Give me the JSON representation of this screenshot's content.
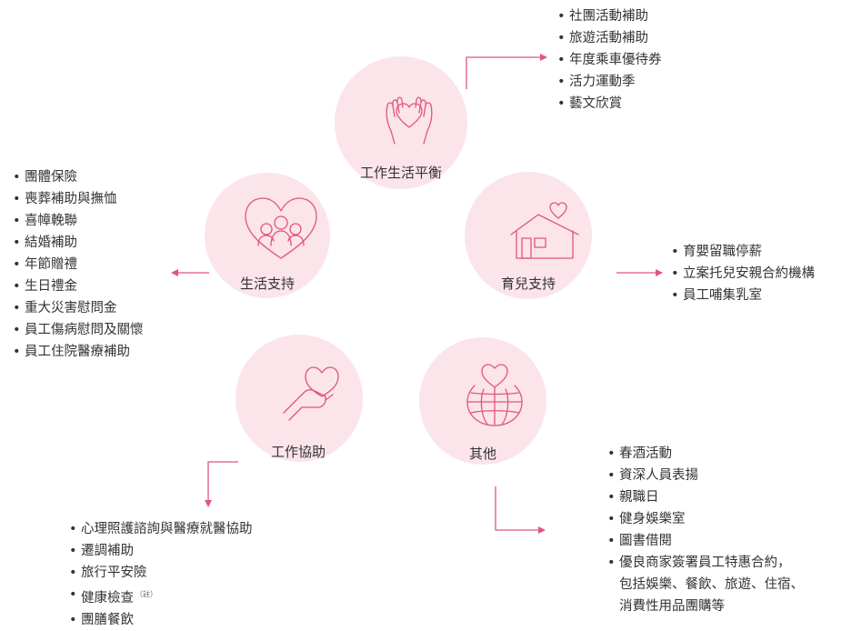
{
  "nodes": {
    "balance": {
      "title": "工作生活平衡",
      "icon": "hands-heart-icon",
      "items": [
        "社團活動補助",
        "旅遊活動補助",
        "年度乘車優待券",
        "活力運動季",
        "藝文欣賞"
      ]
    },
    "life": {
      "title": "生活支持",
      "icon": "family-heart-icon",
      "items": [
        "團體保險",
        "喪葬補助與撫恤",
        "喜幛輓聯",
        "結婚補助",
        "年節贈禮",
        "生日禮金",
        "重大災害慰問金",
        "員工傷病慰問及關懷",
        "員工住院醫療補助"
      ]
    },
    "child": {
      "title": "育兒支持",
      "icon": "house-heart-icon",
      "items": [
        "育嬰留職停薪",
        "立案托兒安親合約機構",
        "員工哺集乳室"
      ]
    },
    "work": {
      "title": "工作協助",
      "icon": "hand-heart-icon",
      "items": [
        "心理照護諮詢與醫療就醫協助",
        "遷調補助",
        "旅行平安險",
        "健康檢查",
        "團膳餐飲"
      ],
      "note": "（註）"
    },
    "other": {
      "title": "其他",
      "icon": "globe-heart-icon",
      "items": [
        "春酒活動",
        "資深人員表揚",
        "親職日",
        "健身娛樂室",
        "圖書借閱",
        "優良商家簽署員工特惠合約，"
      ],
      "item_continued": [
        "包括娛樂、餐飲、旅遊、住宿、",
        "消費性用品團購等"
      ]
    }
  },
  "colors": {
    "circle": "#fbe4ea",
    "accent": "#e0567a",
    "text": "#333333"
  }
}
